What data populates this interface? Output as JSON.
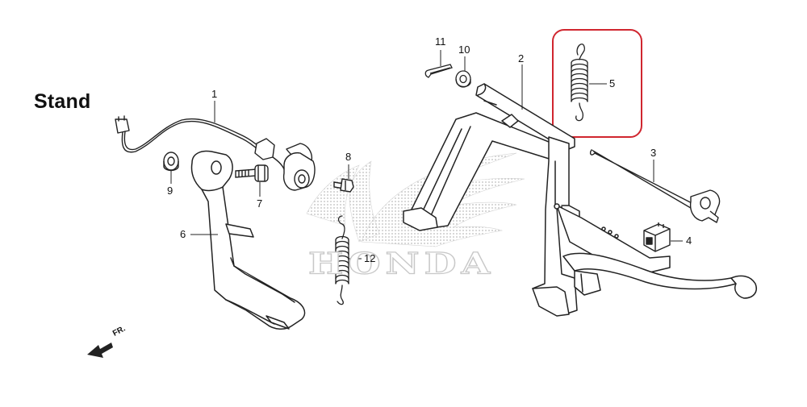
{
  "title": "Stand",
  "watermark": {
    "text": "HONDA",
    "color": "#c8c8c8"
  },
  "direction_label": "FR.",
  "highlight": {
    "part_number": "5",
    "color": "#d0262f"
  },
  "line_color": "#222222",
  "parts": [
    {
      "number": "1"
    },
    {
      "number": "2"
    },
    {
      "number": "3"
    },
    {
      "number": "4"
    },
    {
      "number": "5"
    },
    {
      "number": "6"
    },
    {
      "number": "7"
    },
    {
      "number": "8"
    },
    {
      "number": "9"
    },
    {
      "number": "10"
    },
    {
      "number": "11"
    },
    {
      "number": "12"
    }
  ]
}
